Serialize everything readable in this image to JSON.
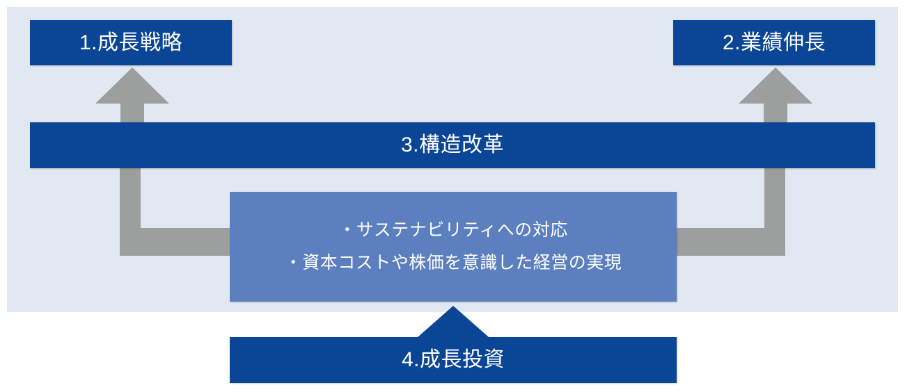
{
  "diagram": {
    "type": "strategy-framework",
    "background_color": "#e2e8f2",
    "canvas_color": "#ffffff",
    "colors": {
      "primary_dark_blue": "#0b4595",
      "secondary_mid_blue": "#5b7fbf",
      "arrow_gray": "#9d9e9e",
      "panel_background": "#e2e8f2",
      "text_on_fill": "#ffffff"
    },
    "nodes": {
      "growth_strategy": {
        "label": "1.成長戦略",
        "fill": "#0b4595",
        "position": "top-left"
      },
      "earnings_growth": {
        "label": "2.業績伸長",
        "fill": "#0b4595",
        "position": "top-right"
      },
      "structural_reform": {
        "label": "3.構造改革",
        "fill": "#0b4595",
        "position": "middle-full-width"
      },
      "initiatives": {
        "fill": "#5b7fbf",
        "position": "center",
        "bullets": [
          "・サステナビリティへの対応",
          "・資本コストや株価を意識した経営の実現"
        ]
      },
      "growth_investment": {
        "label": "4.成長投資",
        "fill": "#0b4595",
        "position": "bottom-center"
      }
    },
    "connectors": {
      "arrow_up_left": "arrow-up-icon",
      "arrow_up_right": "arrow-up-icon",
      "arrow_up_bottom": "arrow-up-icon",
      "elbow_left": "elbow-connector",
      "elbow_right": "elbow-connector"
    }
  }
}
